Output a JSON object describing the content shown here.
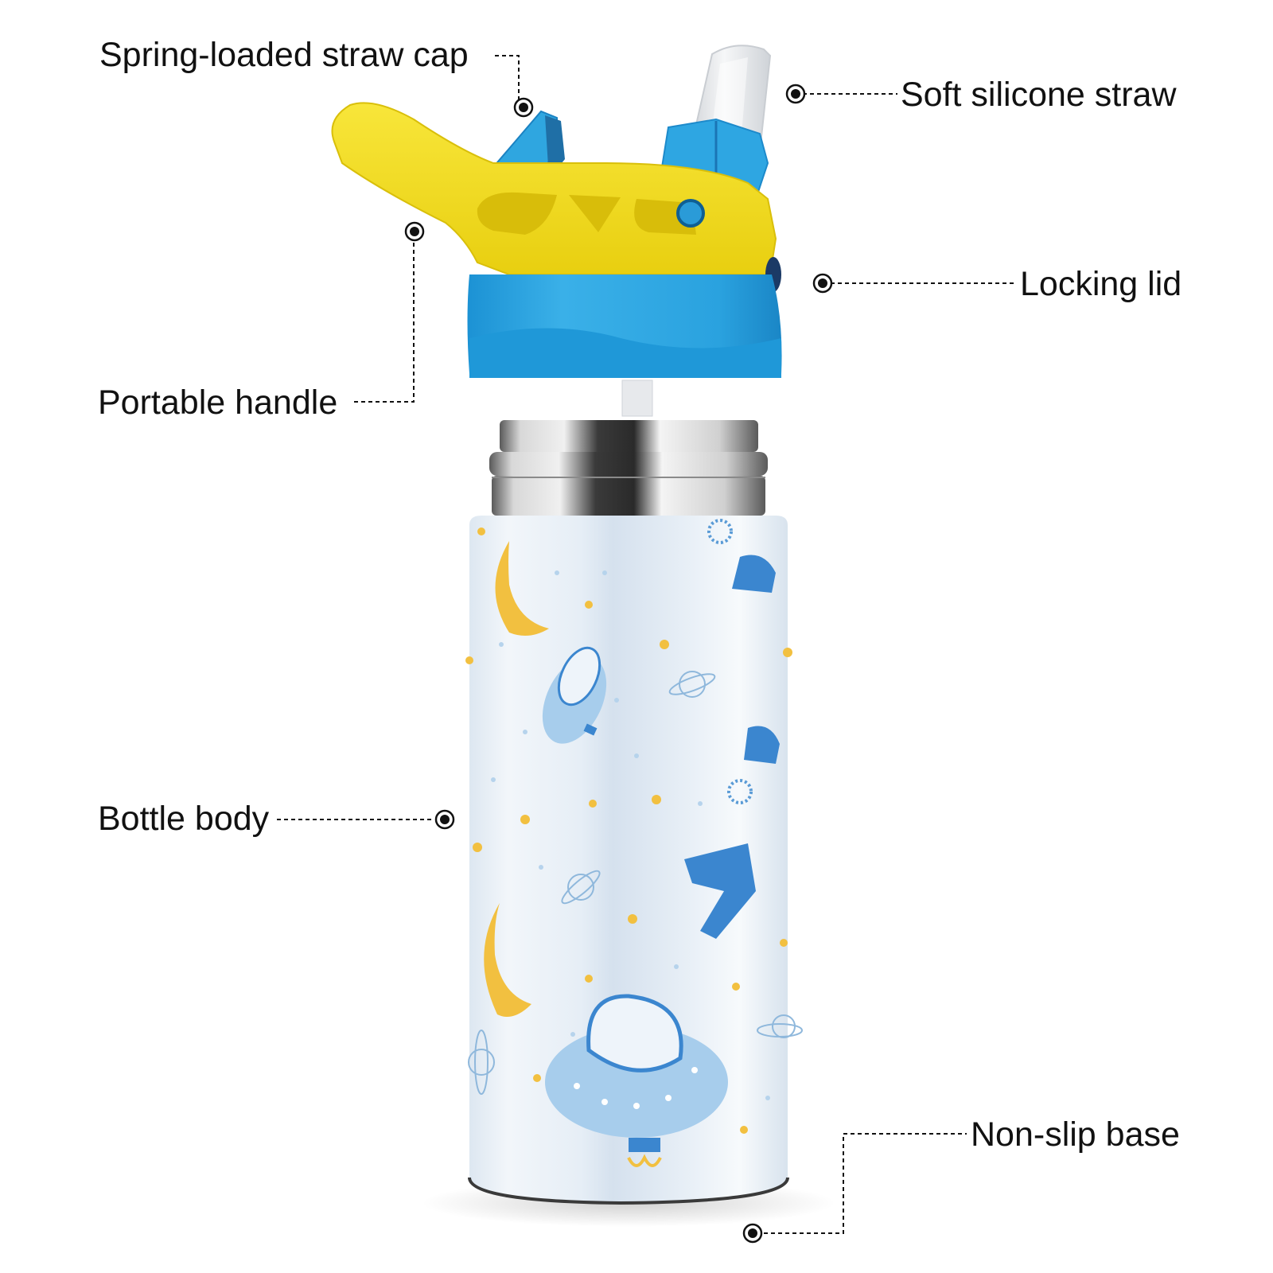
{
  "diagram": {
    "subject": "Kids stainless steel water bottle with straw lid",
    "colors": {
      "handle_yellow": "#f2dd1c",
      "lid_blue": "#2fa6e0",
      "lid_blue_dark": "#1a86c6",
      "straw_clear": "#e9ecef",
      "steel": "#9a9a9a",
      "bottle_bg": "#e4edf6",
      "motif_blue": "#3b86cf",
      "motif_light_blue": "#9fcaea",
      "motif_yellow": "#f2c040",
      "callout_line": "#111111"
    },
    "callouts": [
      {
        "id": "straw-cap",
        "label": "Spring-loaded straw cap",
        "side": "left"
      },
      {
        "id": "silicone-straw",
        "label": "Soft silicone straw",
        "side": "right"
      },
      {
        "id": "locking-lid",
        "label": "Locking lid",
        "side": "right"
      },
      {
        "id": "portable-handle",
        "label": "Portable handle",
        "side": "left"
      },
      {
        "id": "bottle-body",
        "label": "Bottle body",
        "side": "left"
      },
      {
        "id": "non-slip-base",
        "label": "Non-slip base",
        "side": "right"
      }
    ]
  }
}
